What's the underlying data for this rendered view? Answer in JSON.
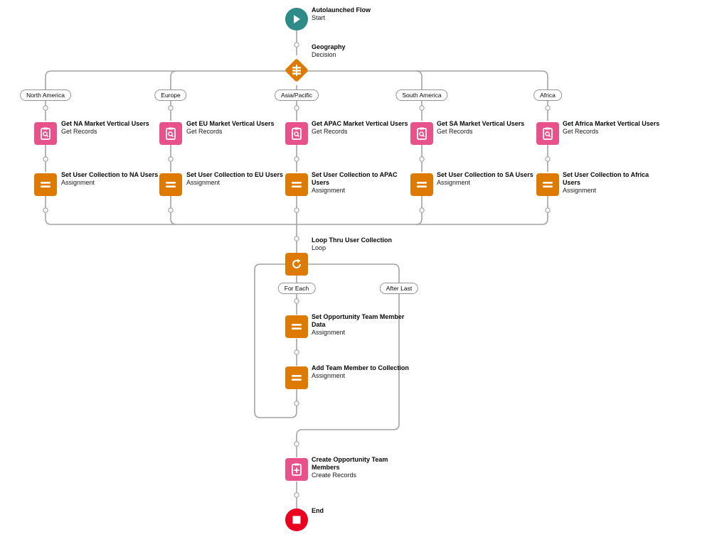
{
  "flow": {
    "start": {
      "title": "Autolaunched Flow",
      "subtitle": "Start",
      "icon": "play-icon",
      "color": "#2e8b88"
    },
    "decision": {
      "title": "Geography",
      "subtitle": "Decision",
      "icon": "decision-icon",
      "color": "#dd7a01"
    },
    "branches": [
      {
        "outcome": "North America",
        "get": {
          "title": "Get NA Market Vertical Users",
          "subtitle": "Get Records"
        },
        "assign": {
          "title": "Set User Collection to NA Users",
          "subtitle": "Assignment"
        }
      },
      {
        "outcome": "Europe",
        "get": {
          "title": "Get EU Market Vertical Users",
          "subtitle": "Get Records"
        },
        "assign": {
          "title": "Set User Collection to EU Users",
          "subtitle": "Assignment"
        }
      },
      {
        "outcome": "Asia/Pacific",
        "get": {
          "title": "Get APAC Market Vertical Users",
          "subtitle": "Get Records"
        },
        "assign": {
          "title": "Set User Collection to APAC Users",
          "subtitle": "Assignment"
        }
      },
      {
        "outcome": "South America",
        "get": {
          "title": "Get SA Market Vertical Users",
          "subtitle": "Get Records"
        },
        "assign": {
          "title": "Set User Collection to SA Users",
          "subtitle": "Assignment"
        }
      },
      {
        "outcome": "Africa",
        "get": {
          "title": "Get Africa Market Vertical Users",
          "subtitle": "Get Records"
        },
        "assign": {
          "title": "Set User Collection to Africa Users",
          "subtitle": "Assignment"
        }
      }
    ],
    "loop": {
      "title": "Loop Thru User Collection",
      "subtitle": "Loop",
      "for_each": "For Each",
      "after_last": "After Last"
    },
    "loop_body": [
      {
        "title": "Set Opportunity Team Member Data",
        "subtitle": "Assignment"
      },
      {
        "title": "Add Team Member to Collection",
        "subtitle": "Assignment"
      }
    ],
    "create": {
      "title": "Create Opportunity Team Members",
      "subtitle": "Create Records"
    },
    "end": {
      "title": "End",
      "color": "#ea001e"
    }
  },
  "colors": {
    "get_records": "#e8528b",
    "assignment": "#dd7a01",
    "loop": "#dd7a01",
    "connector": "#a3a3a3"
  }
}
